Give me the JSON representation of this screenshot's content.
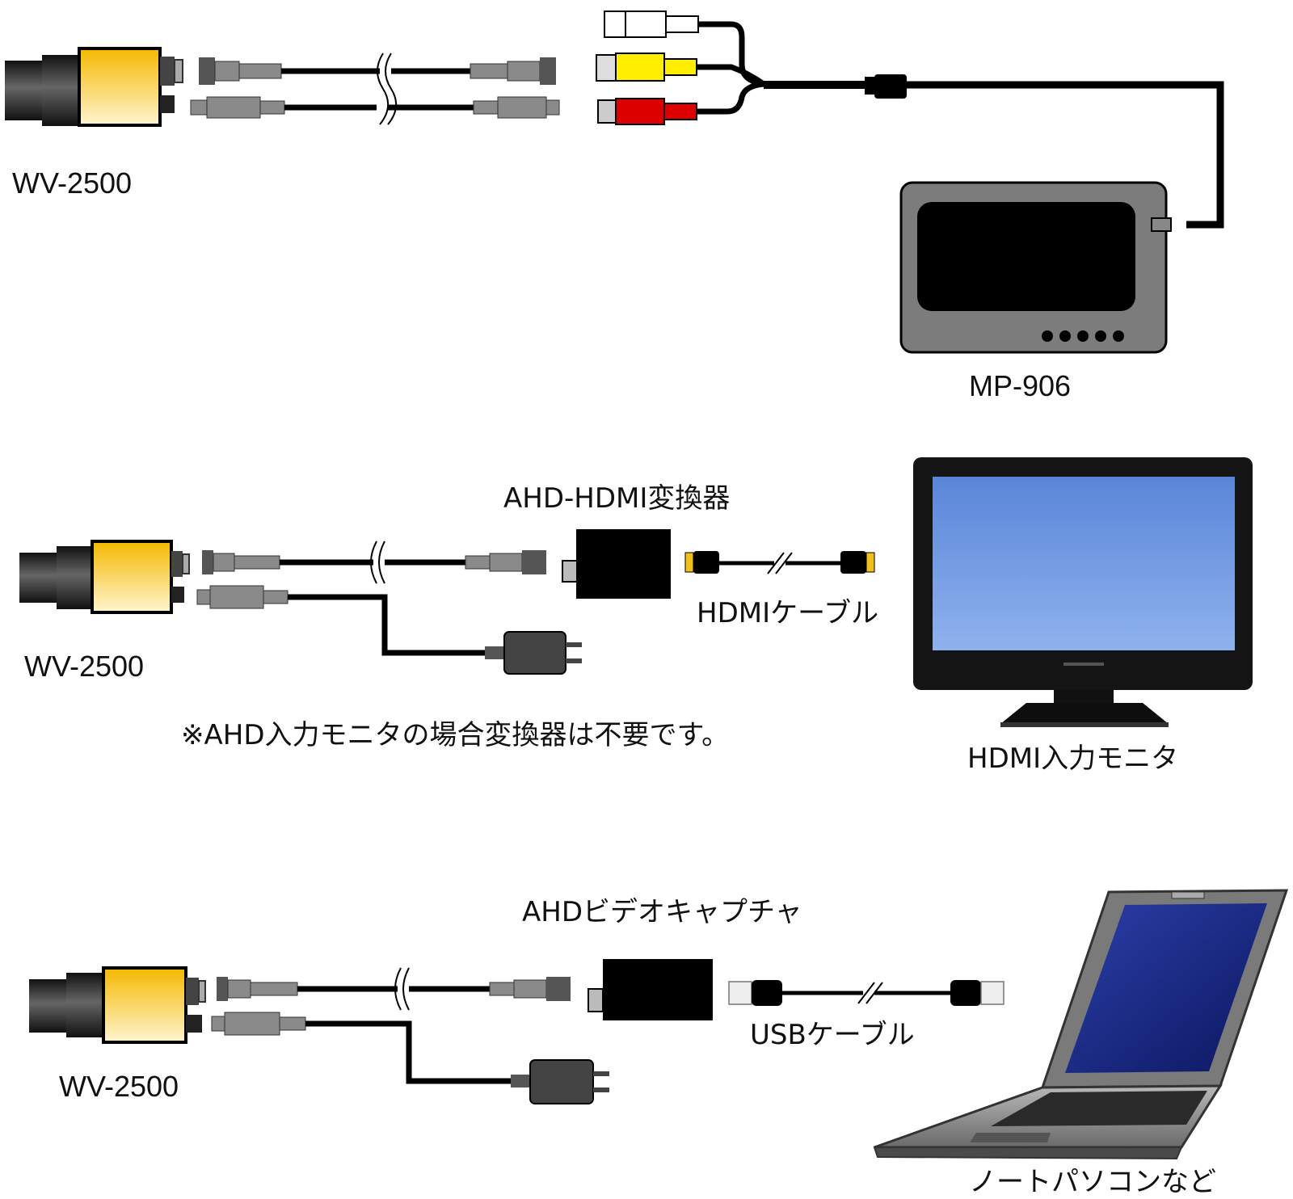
{
  "labels": {
    "camera_1": "WV-2500",
    "monitor_1": "MP-906",
    "converter": "AHD-HDMI変換器",
    "hdmi_cable": "HDMIケーブル",
    "camera_2": "WV-2500",
    "note": "※AHD入力モニタの場合変換器は不要です。",
    "hdmi_monitor": "HDMI入力モニタ",
    "capture": "AHDビデオキャプチャ",
    "usb_cable": "USBケーブル",
    "camera_3": "WV-2500",
    "laptop": "ノートパソコンなど"
  },
  "colors": {
    "camera_body_top": "#f5b800",
    "camera_body_bottom": "#fff3c4",
    "cable": "#000000",
    "connector": "#7a7a7a",
    "rca_white": "#ffffff",
    "rca_yellow": "#ffee00",
    "rca_red": "#dd0000",
    "monitor_frame": "#808080",
    "tv_screen": "#6b95e0",
    "laptop_screen": "#1c2c8c",
    "hdmi_tip": "#f0c020"
  }
}
